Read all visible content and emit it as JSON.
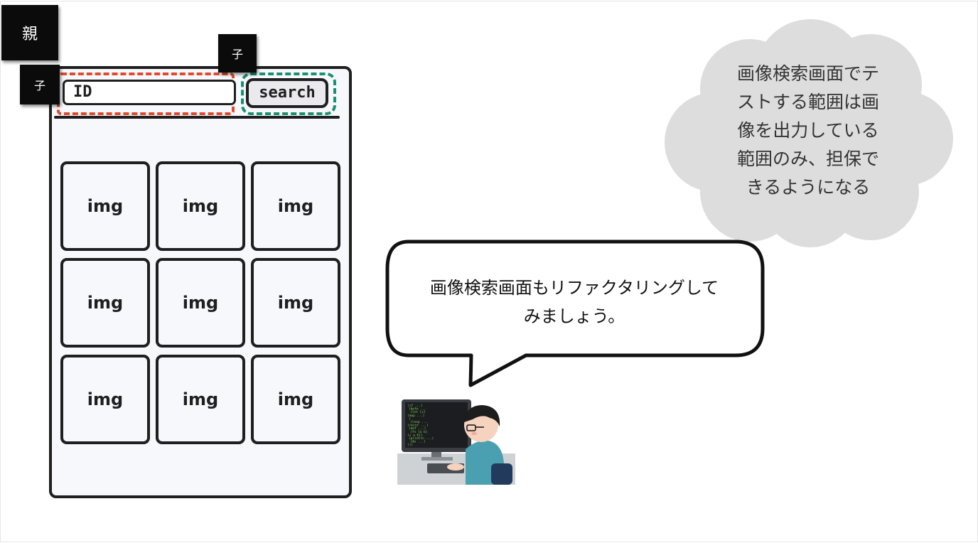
{
  "labels": {
    "parent": "親",
    "child_top": "子",
    "child_left": "子"
  },
  "mock_screen": {
    "id_field": "ID",
    "search_button": "search",
    "grid_cells": [
      "img",
      "img",
      "img",
      "img",
      "img",
      "img",
      "img",
      "img",
      "img"
    ]
  },
  "cloud_note": {
    "lines": [
      "画像検索画面でテ",
      "ストする範囲は画",
      "像を出力している",
      "範囲のみ、担保で",
      "きるようになる"
    ]
  },
  "speech": {
    "lines": [
      "画像検索画面もリファクタリングして",
      "みましょう。"
    ]
  },
  "code_lines": [
    "(if ...)",
    "(defn ...",
    "  (let [x]",
    "    (map ...)",
    "  )",
    "(loop ...",
    "  (recur ...)",
    "(def ...)",
    "  (fn [a b]",
    "    (+ a b))",
    "(println ...)",
    "(do ...)",
    ")))"
  ],
  "colors": {
    "id_outline": "#e14b2a",
    "search_outline": "#1a9070",
    "cloud": "#dddddd",
    "code_text": "#7bd650"
  },
  "icons": {
    "programmer": "programmer-at-computer-icon"
  }
}
